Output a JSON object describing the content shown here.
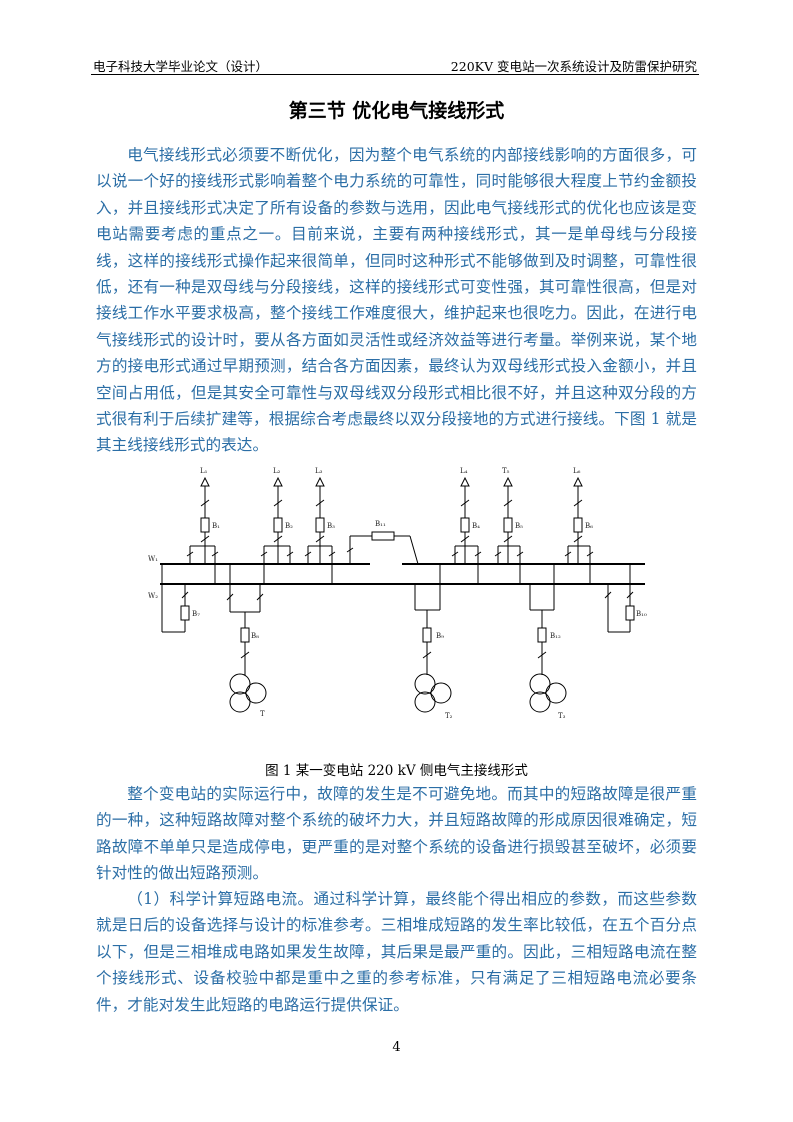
{
  "header": {
    "left": "电子科技大学毕业论文（设计）",
    "right": "220KV 变电站一次系统设计及防雷保护研究"
  },
  "section_title": "第三节  优化电气接线形式",
  "paragraphs": [
    "电气接线形式必须要不断优化，因为整个电气系统的内部接线影响的方面很多，可以说一个好的接线形式影响着整个电力系统的可靠性，同时能够很大程度上节约金额投入，并且接线形式决定了所有设备的参数与选用，因此电气接线形式的优化也应该是变电站需要考虑的重点之一。目前来说，主要有两种接线形式，其一是单母线与分段接线，这样的接线形式操作起来很简单，但同时这种形式不能够做到及时调整，可靠性很低，还有一种是双母线与分段接线，这样的接线形式可变性强，其可靠性很高，但是对接线工作水平要求极高，整个接线工作难度很大，维护起来也很吃力。因此，在进行电气接线形式的设计时，要从各方面如灵活性或经济效益等进行考量。举例来说，某个地方的接电形式通过早期预测，结合各方面因素，最终认为双母线形式投入金额小，并且空间占用低，但是其安全可靠性与双母线双分段形式相比很不好，并且这种双分段的方式很有利于后续扩建等，根据综合考虑最终以双分段接地的方式进行接线。下图 1 就是其主线接线形式的表达。",
    "整个变电站的实际运行中，故障的发生是不可避免地。而其中的短路故障是很严重的一种，这种短路故障对整个系统的破坏力大，并且短路故障的形成原因很难确定，短路故障不单单只是造成停电，更严重的是对整个系统的设备进行损毁甚至破坏，必须要针对性的做出短路预测。",
    "（1）科学计算短路电流。通过科学计算，最终能个得出相应的参数，而这些参数就是日后的设备选择与设计的标准参考。三相堆成短路的发生率比较低，在五个百分点以下，但是三相堆成电路如果发生故障，其后果是最严重的。因此，三相短路电流在整个接线形式、设备校验中都是重中之重的参考标准，只有满足了三相短路电流必要条件，才能对发生此短路的电路运行提供保证。"
  ],
  "figure": {
    "caption": "图 1  某一变电站 220 kV 侧电气主接线形式",
    "labels": {
      "L1": "L₁",
      "L2": "L₂",
      "L3": "L₃",
      "L4": "L₄",
      "L5": "T₅",
      "L6": "L₆",
      "B1": "B₁",
      "B2": "B₂",
      "B3": "B₃",
      "B4": "B₄",
      "B5": "B₅",
      "B6": "B₆",
      "B7": "B₇",
      "B8": "B₈",
      "B9": "B₉",
      "B10": "B₁₀",
      "B11": "B₁₁",
      "B12": "B₁₂",
      "W1": "W₁",
      "W2": "W₂",
      "T1": "T",
      "T2": "T₂",
      "T3": "T₃"
    }
  },
  "page_number": "4"
}
